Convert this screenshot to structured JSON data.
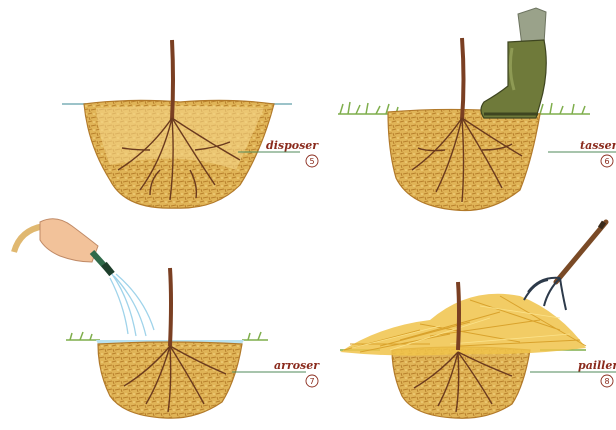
{
  "steps": [
    {
      "id": "disposer",
      "label": "disposer",
      "number": "5"
    },
    {
      "id": "tasser",
      "label": "tasser",
      "number": "6"
    },
    {
      "id": "arroser",
      "label": "arroser",
      "number": "7"
    },
    {
      "id": "pailler",
      "label": "pailler",
      "number": "8"
    }
  ],
  "colors": {
    "soil": "#d9a94a",
    "soil_dark": "#b27a2a",
    "root": "#6b3a1e",
    "stem": "#7a3f22",
    "grass": "#7fae4c",
    "water": "#9fd3ea",
    "boot": "#6f7a3a",
    "straw": "#f0c34a",
    "label": "#8a2a1c"
  }
}
